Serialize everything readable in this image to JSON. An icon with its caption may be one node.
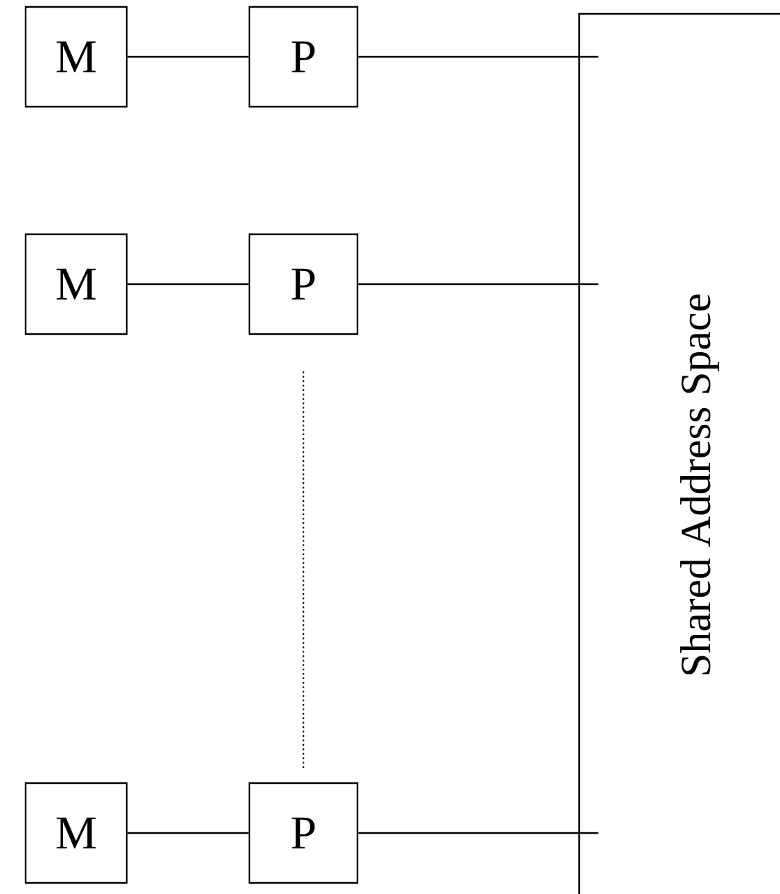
{
  "diagram": {
    "nodes": [
      {
        "text": [
          "M"
        ]
      },
      {
        "text": [
          "P"
        ]
      },
      {
        "text": [
          "M"
        ]
      },
      {
        "text": [
          "P"
        ]
      },
      {
        "text": [
          "M"
        ]
      },
      {
        "text": [
          "P"
        ]
      },
      {
        "text": [
          "Shared Address Space"
        ]
      }
    ],
    "edges": [
      {
        "from": 0,
        "to": 1,
        "arrow": "none"
      },
      {
        "from": 1,
        "to": 6,
        "arrow": "none"
      },
      {
        "from": 2,
        "to": 3,
        "arrow": "none"
      },
      {
        "from": 3,
        "to": 6,
        "arrow": "none"
      },
      {
        "from": 4,
        "to": 5,
        "arrow": "none"
      },
      {
        "from": 5,
        "to": 6,
        "arrow": "none"
      }
    ]
  }
}
